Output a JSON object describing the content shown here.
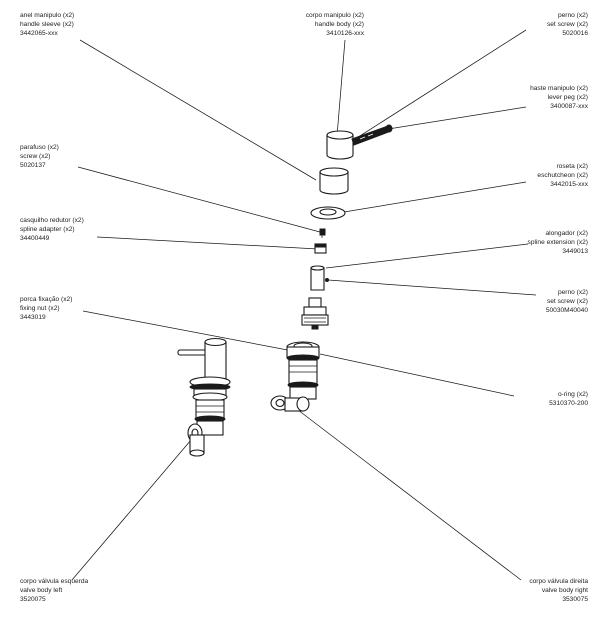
{
  "callouts": [
    {
      "id": "handle-sleeve",
      "lines": [
        "anel manipulo (x2)",
        "handle sleeve (x2)",
        "3442065-xxx"
      ]
    },
    {
      "id": "handle-body",
      "lines": [
        "corpo manipulo (x2)",
        "handle body (x2)",
        "3410126-xxx"
      ]
    },
    {
      "id": "set-screw-top",
      "lines": [
        "perno (x2)",
        "set screw (x2)",
        "5020016"
      ]
    },
    {
      "id": "lever-peg",
      "lines": [
        "haste manipulo (x2)",
        "lever peg (x2)",
        "3400087-xxx"
      ]
    },
    {
      "id": "screw",
      "lines": [
        "parafuso (x2)",
        "screw (x2)",
        "5020137"
      ]
    },
    {
      "id": "escutcheon",
      "lines": [
        "roseta (x2)",
        "eschutcheon (x2)",
        "3442015-xxx"
      ]
    },
    {
      "id": "spline-adapter",
      "lines": [
        "casquilho redutor (x2)",
        "spline adapter (x2)",
        "34400449"
      ]
    },
    {
      "id": "spline-extension",
      "lines": [
        "alongador (x2)",
        "spline extension (x2)",
        "3449013"
      ]
    },
    {
      "id": "set-screw-mid",
      "lines": [
        "perno (x2)",
        "set screw (x2)",
        "50030M40040"
      ]
    },
    {
      "id": "fixing-nut",
      "lines": [
        "porca fixação (x2)",
        "fixing nut (x2)",
        "3443019"
      ]
    },
    {
      "id": "o-ring",
      "lines": [
        "o-ring (x2)",
        "5310370-200"
      ]
    },
    {
      "id": "valve-body-left",
      "lines": [
        "corpo válvula esquerda",
        "valve body left",
        "3520075"
      ]
    },
    {
      "id": "valve-body-right",
      "lines": [
        "corpo válvula direita",
        "valve body right",
        "3530075"
      ]
    }
  ]
}
